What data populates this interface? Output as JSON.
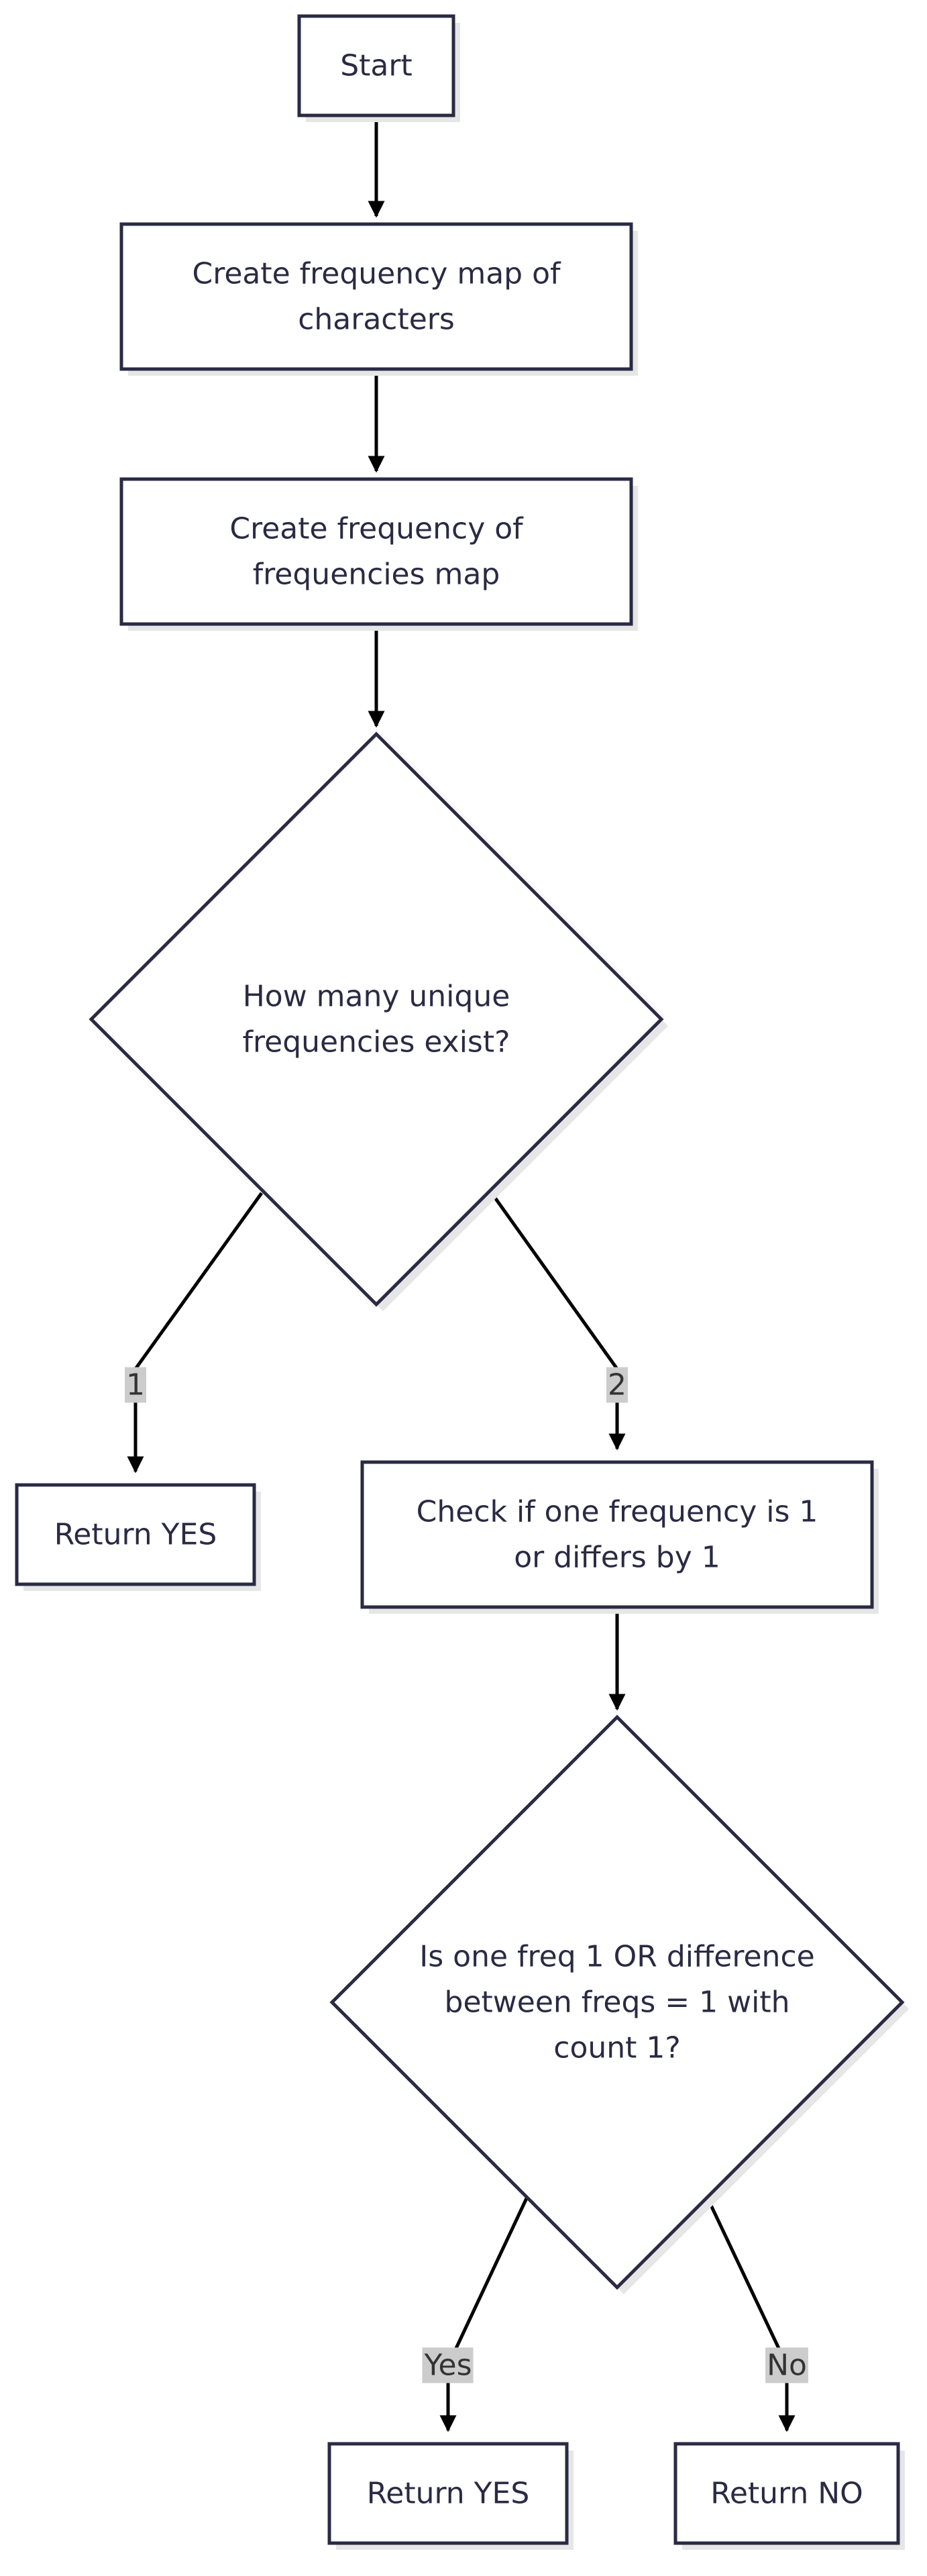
{
  "flowchart": {
    "colors": {
      "node_stroke": "#2a2a44",
      "node_fill": "#ffffff",
      "node_shadow": "#e6e6e6",
      "edge": "#000000",
      "edge_label_bg": "#cccccc",
      "text": "#2a2a44"
    },
    "nodes": {
      "start": {
        "shape": "rect",
        "lines": [
          "Start"
        ]
      },
      "freq_map": {
        "shape": "rect",
        "lines": [
          "Create frequency map of",
          "characters"
        ]
      },
      "freq_of_freq": {
        "shape": "rect",
        "lines": [
          "Create frequency of",
          "frequencies map"
        ]
      },
      "unique_decision": {
        "shape": "diamond",
        "lines": [
          "How many unique",
          "frequencies exist?"
        ]
      },
      "return_yes_1": {
        "shape": "rect",
        "lines": [
          "Return YES"
        ]
      },
      "check_one": {
        "shape": "rect",
        "lines": [
          "Check if one frequency is 1",
          "or differs by 1"
        ]
      },
      "diff_decision": {
        "shape": "diamond",
        "lines": [
          "Is one freq 1 OR difference",
          "between freqs = 1 with",
          "count 1?"
        ]
      },
      "return_yes_2": {
        "shape": "rect",
        "lines": [
          "Return YES"
        ]
      },
      "return_no": {
        "shape": "rect",
        "lines": [
          "Return NO"
        ]
      }
    },
    "edges": [
      {
        "from": "start",
        "to": "freq_map",
        "label": ""
      },
      {
        "from": "freq_map",
        "to": "freq_of_freq",
        "label": ""
      },
      {
        "from": "freq_of_freq",
        "to": "unique_decision",
        "label": ""
      },
      {
        "from": "unique_decision",
        "to": "return_yes_1",
        "label": "1"
      },
      {
        "from": "unique_decision",
        "to": "check_one",
        "label": "2"
      },
      {
        "from": "check_one",
        "to": "diff_decision",
        "label": ""
      },
      {
        "from": "diff_decision",
        "to": "return_yes_2",
        "label": "Yes"
      },
      {
        "from": "diff_decision",
        "to": "return_no",
        "label": "No"
      }
    ]
  }
}
